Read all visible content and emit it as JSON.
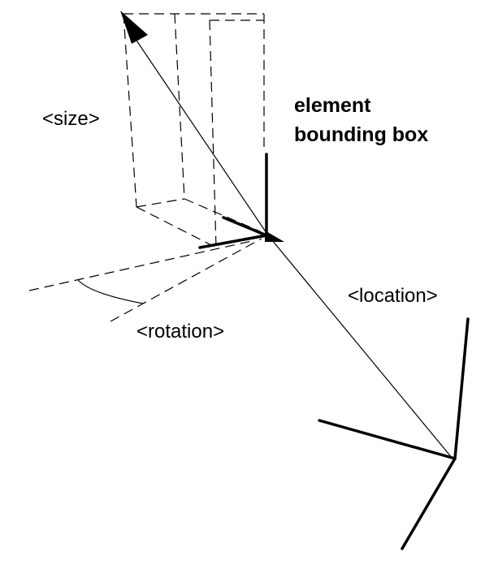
{
  "labels": {
    "size": "<size>",
    "title_line1": "element",
    "title_line2": "bounding box",
    "location": "<location>",
    "rotation": "<rotation>"
  }
}
